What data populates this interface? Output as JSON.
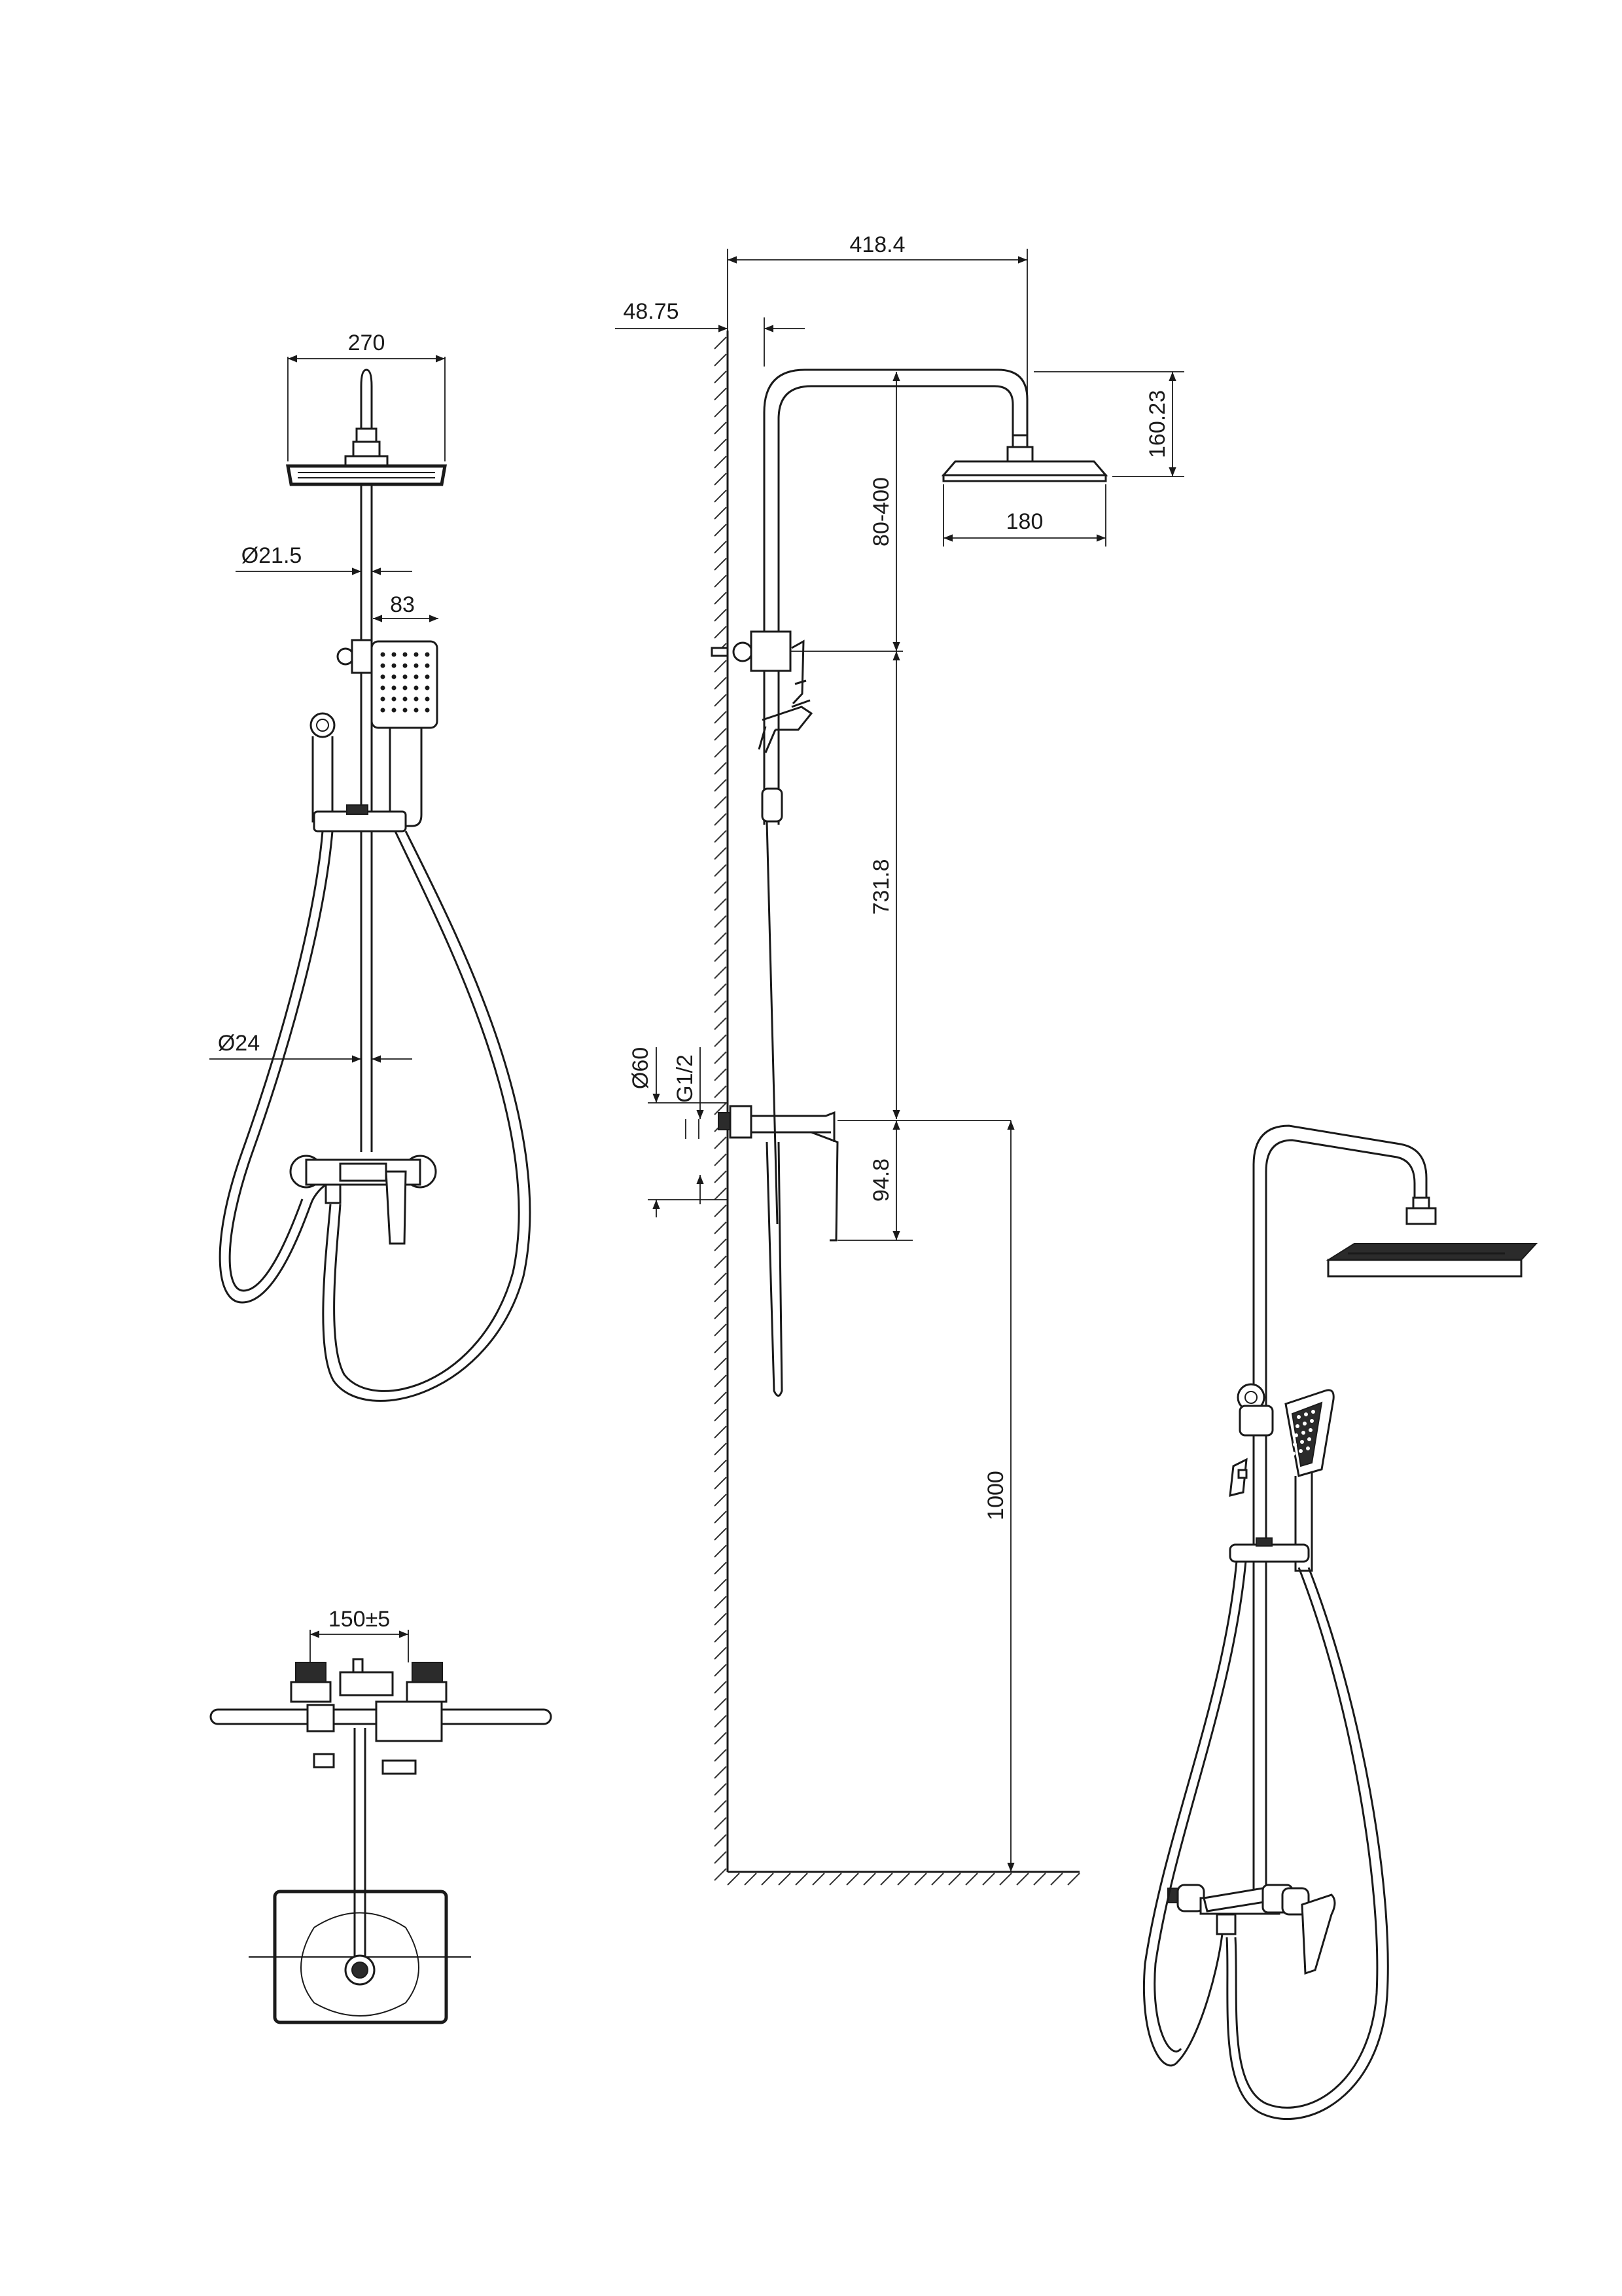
{
  "dimensions": {
    "shower_head_width": "270",
    "pipe_diameter": "Ø21.5",
    "hand_shower_width": "83",
    "rail_diameter": "Ø24",
    "inlet_spacing": "150±5",
    "arm_projection": "418.4",
    "wall_offset": "48.75",
    "head_drop": "160.23",
    "head_depth": "180",
    "height_adjust": "80-400",
    "bar_length": "731.8",
    "flange_diameter": "Ø60",
    "thread_size": "G1/2",
    "mixer_height": "94.8",
    "floor_height": "1000"
  },
  "icons": [
    "shower-head-icon",
    "hand-shower-icon",
    "mixer-valve-icon",
    "wall-hatch-icon",
    "floor-hatch-icon"
  ],
  "colors": {
    "line": "#1a1a1a",
    "background": "#ffffff"
  }
}
